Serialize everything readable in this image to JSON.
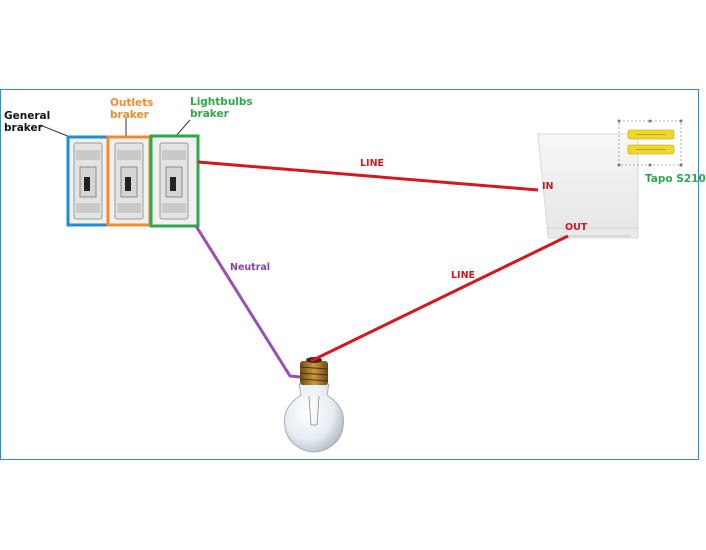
{
  "labels": {
    "general_breaker": "General\nbraker",
    "outlets_breaker": "Outlets\nbraker",
    "lightbulbs_breaker": "Lightbulbs\nbraker",
    "line_top": "LINE",
    "line_bottom": "LINE",
    "neutral": "Neutral",
    "in": "IN",
    "out": "OUT",
    "device": "Tapo S210"
  },
  "colors": {
    "line_wire": "#d4181f",
    "neutral_wire": "#9b4fb0",
    "general_box": "#1e8fd6",
    "outlets_box": "#f28b30",
    "lightbulbs_box": "#2ea84a",
    "frame": "#3a87c8",
    "switch_body": "#f4f4f4",
    "switch_slot": "#f2d72a"
  },
  "icons": {
    "breaker": "circuit-breaker-icon",
    "bulb": "light-bulb-icon",
    "switch": "smart-switch-icon"
  }
}
